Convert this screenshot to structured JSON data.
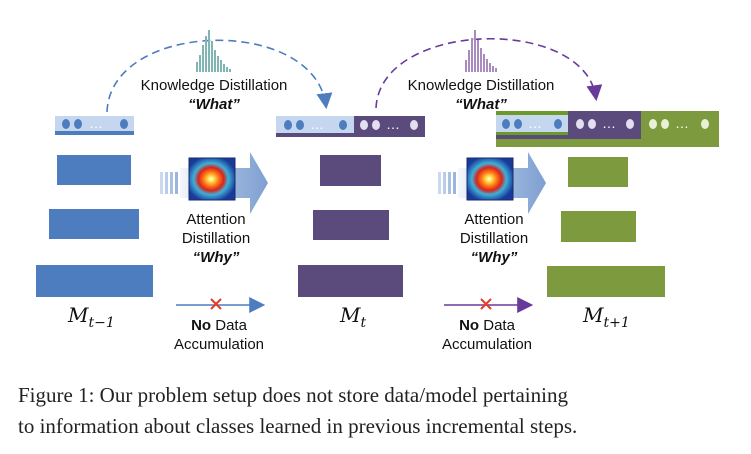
{
  "colors": {
    "model_blue": "#4e7dbf",
    "model_purple": "#5b4b7d",
    "model_green": "#7e9a3f",
    "arrow_blue": "#4e7dbf",
    "arrow_purple": "#6a3a9a",
    "cross_red": "#e23a2a",
    "hist_teal": "#7fb6b4",
    "hist_purple": "#a98bc0"
  },
  "labels": {
    "kd1_title": "Knowledge Distillation",
    "kd1_what": "“What”",
    "kd2_title": "Knowledge Distillation",
    "kd2_what": "“What”",
    "ad1_line1": "Attention",
    "ad1_line2": "Distillation",
    "ad1_why": "“Why”",
    "ad2_line1": "Attention",
    "ad2_line2": "Distillation",
    "ad2_why": "“Why”",
    "nda1_no": "No",
    "nda1_data": " Data",
    "nda1_line2": "Accumulation",
    "nda2_no": "No",
    "nda2_data": " Data",
    "nda2_line2": "Accumulation",
    "dots": "…"
  },
  "models": [
    {
      "base": "M",
      "sub": "t−1"
    },
    {
      "base": "M",
      "sub": "t"
    },
    {
      "base": "M",
      "sub": "t+1"
    }
  ],
  "caption": {
    "line1": "Figure 1: Our problem setup does not store data/model pertaining",
    "line2": "to information about classes learned in previous incremental steps."
  }
}
